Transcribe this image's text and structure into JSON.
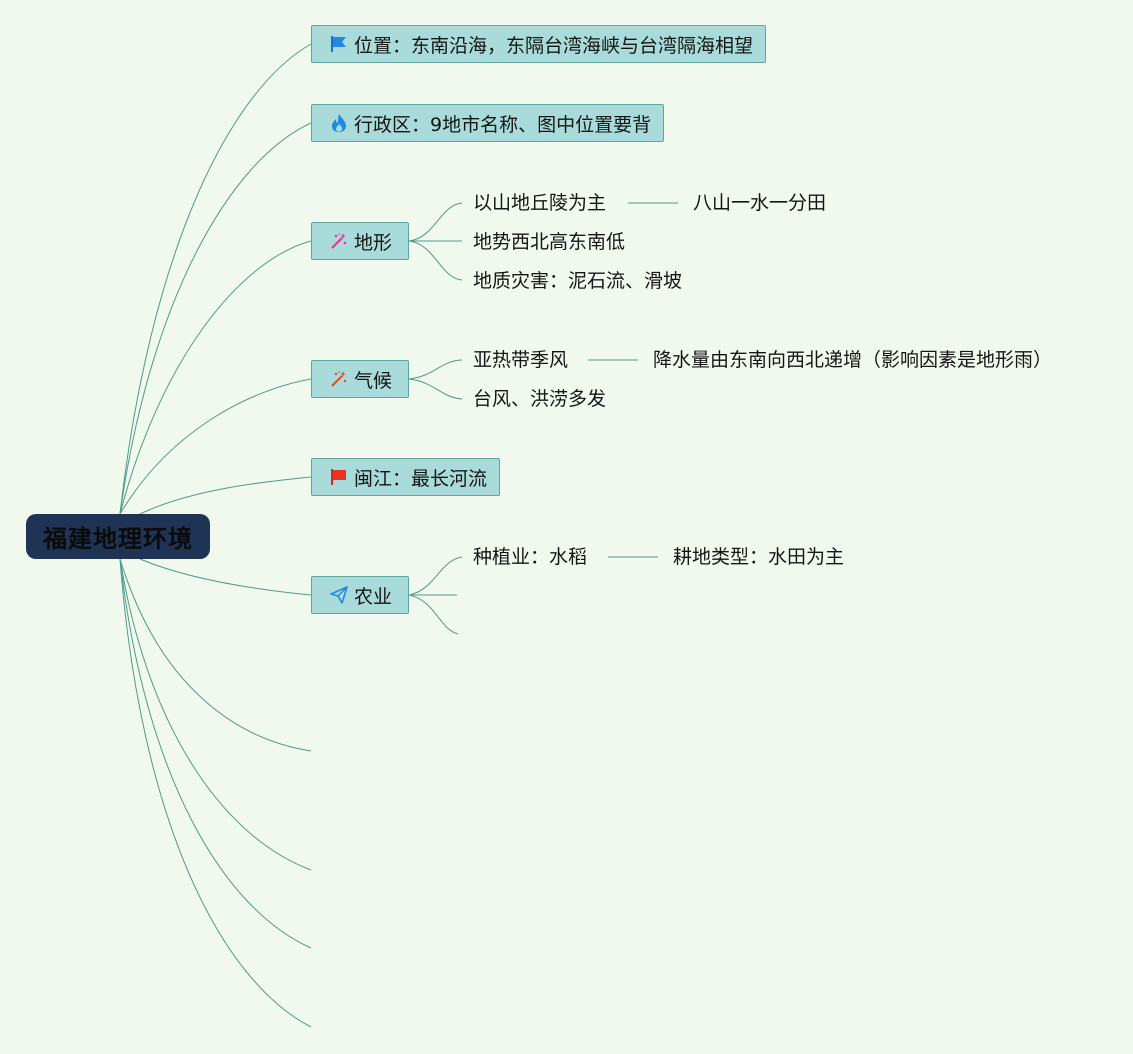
{
  "root": {
    "label": "福建地理环境"
  },
  "topics": [
    {
      "label": "位置：东南沿海，东隔台湾海峡与台湾隔海相望",
      "icon": "blue-flag-icon"
    },
    {
      "label": "行政区：9地市名称、图中位置要背",
      "icon": "flame-icon"
    },
    {
      "label": "地形",
      "icon": "magic-wand-icon",
      "children": [
        {
          "label": "以山地丘陵为主",
          "child": "八山一水一分田"
        },
        {
          "label": "地势西北高东南低"
        },
        {
          "label": "地质灾害：泥石流、滑坡"
        }
      ]
    },
    {
      "label": "气候",
      "icon": "magic-wand-icon",
      "children": [
        {
          "label": "亚热带季风",
          "child": "降水量由东南向西北递增（影响因素是地形雨）"
        },
        {
          "label": "台风、洪涝多发"
        }
      ]
    },
    {
      "label": "闽江：最长河流",
      "icon": "red-flag-icon"
    },
    {
      "label": "农业",
      "icon": "paper-plane-icon",
      "children": [
        {
          "label": "种植业：水稻",
          "child": "耕地类型：水田为主"
        }
      ]
    }
  ],
  "colors": {
    "background": "#f1f9ef",
    "root_fill": "#1f3354",
    "topic_fill": "#a9dbdb",
    "topic_border": "#5fa69a",
    "connector": "#4f9a88"
  }
}
